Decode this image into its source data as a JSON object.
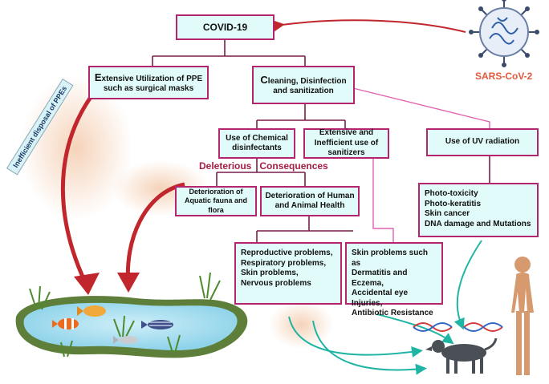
{
  "title_box": "COVID-19",
  "virus_label": "SARS-CoV-2",
  "ppe_box": {
    "first_letter": "E",
    "rest": "xtensive Utilization of PPE such as surgical masks"
  },
  "cleaning_box": {
    "first_letter": "C",
    "rest": "leaning, Disinfection and sanitization"
  },
  "chemical_box": "Use of Chemical disinfectants",
  "sanitizer_box": "Extensive and Inefficient use of sanitizers",
  "uv_box": "Use of UV radiation",
  "deleterious": [
    "Deleterious",
    "Consequences"
  ],
  "aquatic_box": "Deterioration of Aquatic fauna and flora",
  "health_box": "Deterioration of Human and Animal Health",
  "uv_effects_box": [
    "Photo-toxicity",
    "Photo-keratitis",
    "Skin cancer",
    "DNA damage and Mutations"
  ],
  "reproductive_box": [
    "Reproductive problems,",
    "Respiratory problems,",
    "Skin problems,",
    "Nervous problems"
  ],
  "skin_box": [
    "Skin problems such as",
    "Dermatitis and Eczema,",
    "Accidental eye Injuries,",
    "Antibiotic Resistance"
  ],
  "ppe_disposal_label": "Inefficient disposal of PPEs",
  "colors": {
    "box_border": "#b5256f",
    "box_fill": "#e0fbf9",
    "connector_dark": "#7a1f4a",
    "connector_pink": "#e061b0",
    "red_arrow": "#c0262b",
    "teal_arrow": "#1fb5a4",
    "deleterious_text": "#a61d45",
    "virus_text": "#e45a3c"
  }
}
